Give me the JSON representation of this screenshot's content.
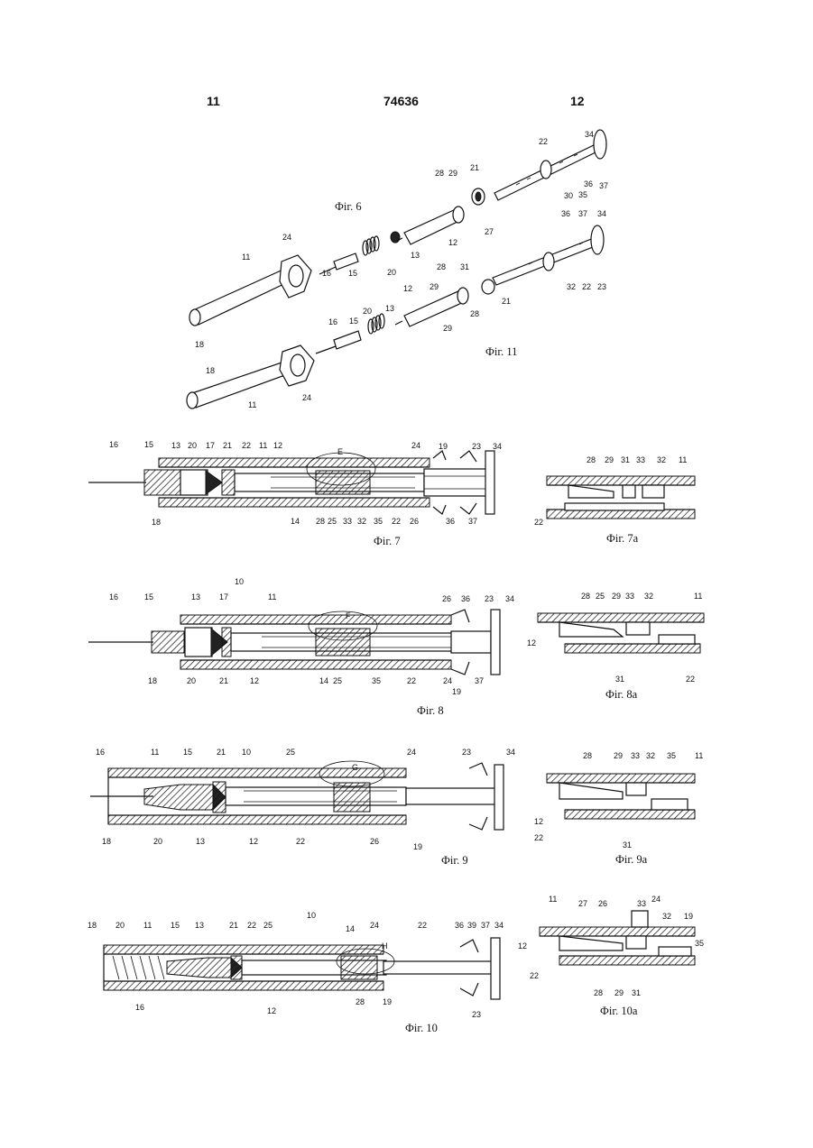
{
  "header": {
    "left_page": "11",
    "patent_number": "74636",
    "right_page": "12"
  },
  "captions": {
    "fig6": "Фіг. 6",
    "fig11": "Фіг. 11",
    "fig7": "Фіг. 7",
    "fig7a": "Фіг. 7а",
    "fig8": "Фіг. 8",
    "fig8a": "Фіг. 8а",
    "fig9": "Фіг. 9",
    "fig9a": "Фіг. 9а",
    "fig10": "Фіг. 10",
    "fig10a": "Фіг. 10а"
  },
  "labels": {
    "fig6": [
      "34",
      "22",
      "36",
      "37",
      "30",
      "35",
      "21",
      "28",
      "29",
      "27",
      "12",
      "13",
      "24",
      "20",
      "15",
      "16",
      "11",
      "18"
    ],
    "fig11": [
      "36",
      "37",
      "34",
      "32",
      "22",
      "23",
      "28",
      "31",
      "29",
      "21",
      "28",
      "12",
      "13",
      "29",
      "16",
      "15",
      "20",
      "18",
      "11",
      "24"
    ],
    "fig7": [
      "16",
      "15",
      "13",
      "20",
      "17",
      "21",
      "22",
      "11",
      "12",
      "E",
      "24",
      "19",
      "23",
      "34",
      "18",
      "14",
      "28",
      "25",
      "33",
      "32",
      "35",
      "22",
      "26",
      "36",
      "37"
    ],
    "fig7a": [
      "28",
      "29",
      "31",
      "33",
      "32",
      "11",
      "22"
    ],
    "fig8": [
      "10",
      "11",
      "16",
      "15",
      "13",
      "17",
      "F",
      "26",
      "36",
      "23",
      "34",
      "18",
      "20",
      "21",
      "12",
      "14",
      "25",
      "35",
      "22",
      "24",
      "19",
      "37"
    ],
    "fig8a": [
      "28",
      "25",
      "29",
      "33",
      "32",
      "11",
      "12",
      "31",
      "22"
    ],
    "fig9": [
      "16",
      "11",
      "15",
      "21",
      "10",
      "25",
      "G",
      "24",
      "23",
      "34",
      "18",
      "20",
      "13",
      "12",
      "22",
      "26",
      "19"
    ],
    "fig9a": [
      "28",
      "29",
      "33",
      "32",
      "35",
      "11",
      "12",
      "22",
      "31"
    ],
    "fig10": [
      "18",
      "20",
      "11",
      "15",
      "13",
      "21",
      "22",
      "25",
      "10",
      "14",
      "24",
      "H",
      "22",
      "36",
      "39",
      "37",
      "34",
      "16",
      "12",
      "28",
      "19",
      "23"
    ],
    "fig10a": [
      "11",
      "27",
      "26",
      "33",
      "24",
      "32",
      "19",
      "12",
      "35",
      "22",
      "28",
      "29",
      "31"
    ]
  }
}
